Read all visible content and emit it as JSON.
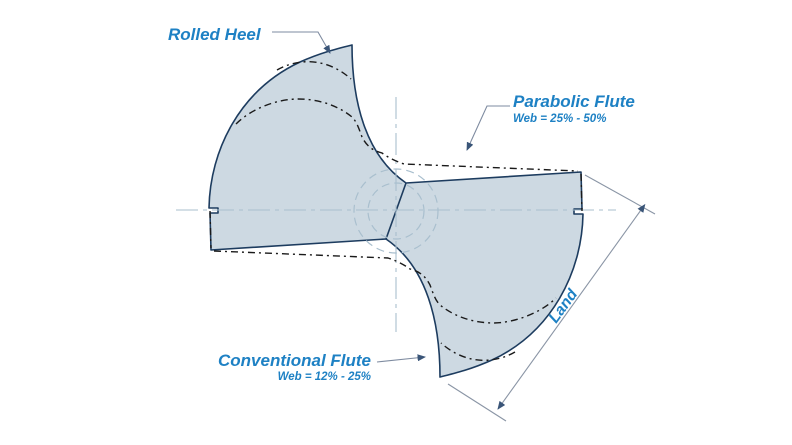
{
  "diagram": {
    "type": "drill-bit-flute-cross-section",
    "labels": {
      "rolled_heel": "Rolled Heel",
      "parabolic_flute": {
        "title": "Parabolic Flute",
        "web_range": "Web = 25% - 50%"
      },
      "conventional_flute": {
        "title": "Conventional Flute",
        "web_range": "Web = 12% - 25%"
      },
      "land": "Land"
    },
    "colors": {
      "background": "#ffffff",
      "label_text": "#1e81c4",
      "shape_fill": "#cdd9e2",
      "shape_outline": "#1d3c5f",
      "profile_dash": "#1a1a1a",
      "centerline": "#a9bfce",
      "leader_line": "#7e8ba0",
      "dimension_line": "#8a95a5",
      "arrowhead": "#3a5578"
    }
  }
}
